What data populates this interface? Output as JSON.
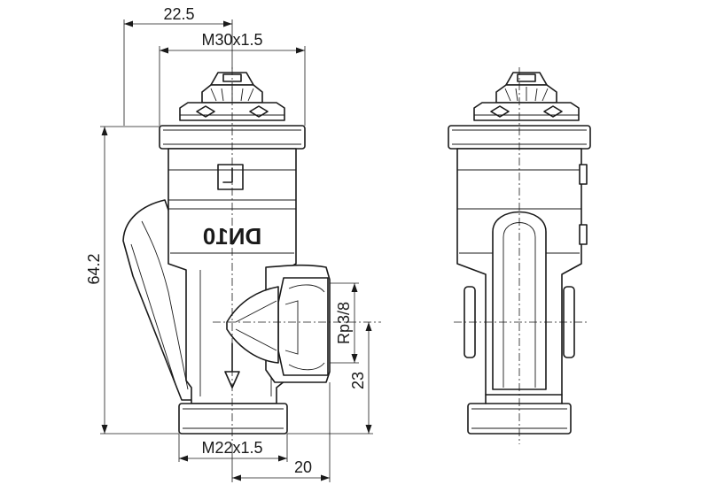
{
  "dimensions": {
    "width_head": "22.5",
    "thread_top": "M30x1.5",
    "height_total": "64.2",
    "thread_side": "Rp3/8",
    "height_outlet": "23",
    "thread_bottom": "M22x1.5",
    "offset_bottom": "20"
  },
  "body_marking": "DN10"
}
